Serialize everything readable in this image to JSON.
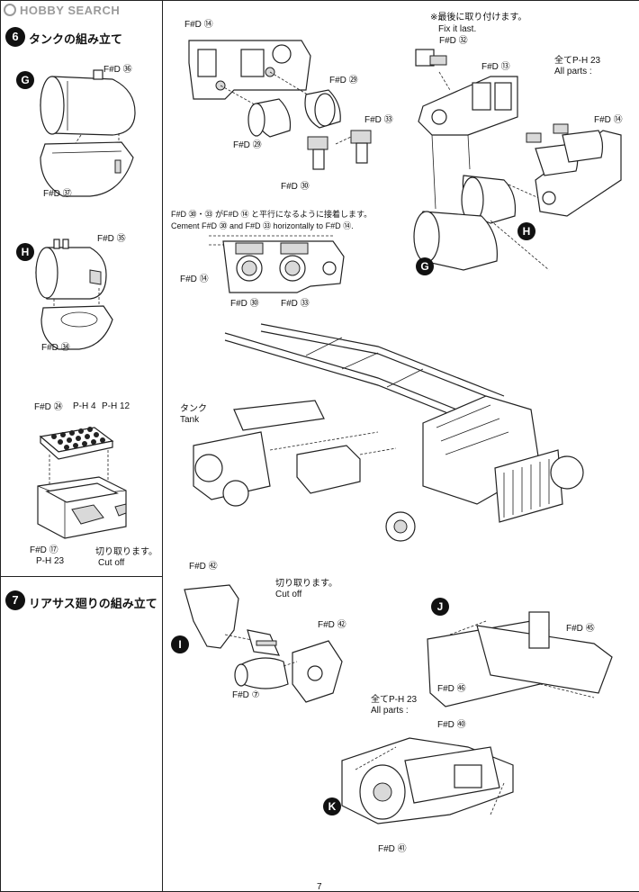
{
  "watermark": "HOBBY SEARCH",
  "page_number": "7",
  "sections": {
    "tank": {
      "number": "6",
      "title": "タンクの組み立て"
    },
    "rear_suspension": {
      "number": "7",
      "title": "リアサス廻りの組み立て"
    }
  },
  "callouts": {
    "G": "G",
    "H": "H",
    "I": "I",
    "J": "J",
    "K": "K"
  },
  "parts": {
    "g_top": "F#D ㊱",
    "g_bottom": "F#D ㊲",
    "h_top": "F#D ㉟",
    "h_bottom": "F#D ㉞",
    "battery_top": "F#D ㉔",
    "battery_p4": "P-H 4",
    "battery_p12": "P-H 12",
    "battery_box": "F#D ⑰",
    "battery_p23": "P-H 23",
    "battery_cut_jp": "切り取ります。",
    "battery_cut_en": "Cut off",
    "top_frame": "F#D ⑭",
    "top_tank_a": "F#D ㉙",
    "top_tank_b": "F#D ㉙",
    "top_valve_a": "F#D ㉝",
    "top_valve_b": "F#D ㉚",
    "cement_jp": "F#D ㉚・㉝ がF#D ⑭ と平行になるように接着します。",
    "cement_en": "Cement F#D ㉚ and F#D ㉝ horizontally to F#D ⑭.",
    "cement_frame": "F#D ⑭",
    "cement_valve_a": "F#D ㉚",
    "cement_valve_b": "F#D ㉝",
    "fix_last_jp": "※最後に取り付けます。",
    "fix_last_en": "Fix it last.",
    "fix_last_part": "F#D ㉜",
    "right_bracket": "F#D ⑬",
    "all_parts_jp": "全て",
    "all_parts_ref": "P-H 23",
    "all_parts_en": "All parts :",
    "right_frame": "F#D ⑭",
    "tank_jp": "タンク",
    "tank_en": "Tank",
    "i_part_top": "F#D ㊷",
    "i_cut_jp": "切り取ります。",
    "i_cut_en": "Cut off",
    "i_part_right": "F#D ㊷",
    "i_part_bottom": "F#D ⑦",
    "j_part_right": "F#D ㊺",
    "j_part_left": "F#D ㊻",
    "k_all_jp": "全て",
    "k_all_ref": "P-H 23",
    "k_all_en": "All parts :",
    "k_part_top": "F#D ㊵",
    "k_part_bottom": "F#D ㊶"
  }
}
